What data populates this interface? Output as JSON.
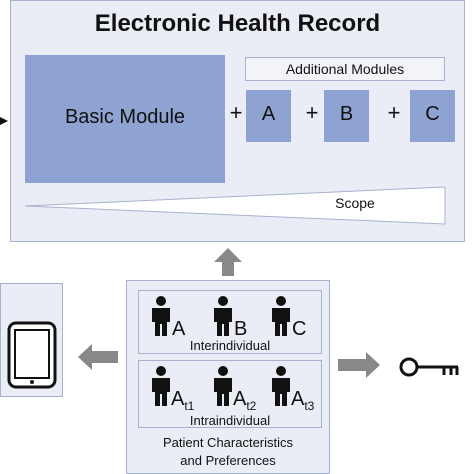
{
  "ehr": {
    "title": "Electronic Health Record",
    "basic_module": "Basic Module",
    "additional_modules": "Additional Modules",
    "modules": [
      "A",
      "B",
      "C"
    ],
    "plus": "+",
    "scope": "Scope"
  },
  "patient": {
    "inter_label": "Interindividual",
    "intra_label": "Intraindividual",
    "inter_letters": [
      "A",
      "B",
      "C"
    ],
    "intra_base": "A",
    "intra_subs": [
      "t1",
      "t2",
      "t3"
    ],
    "caption_line1": "Patient Characteristics",
    "caption_line2": "and Preferences"
  },
  "icons": [
    "person-icon",
    "tablet-icon",
    "key-icon",
    "arrow-up-icon",
    "arrow-left-icon",
    "arrow-right-icon"
  ],
  "colors": {
    "panel": "#eaedf6",
    "module": "#8ea3d1",
    "border": "#a8b2cf",
    "arrow": "#888888"
  }
}
